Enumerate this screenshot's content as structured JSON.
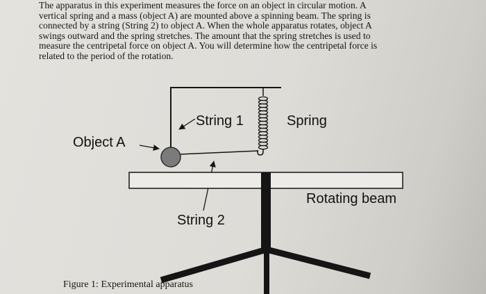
{
  "paragraph": {
    "lines": [
      "The apparatus in this experiment measures the force on an object in circular motion. A",
      "vertical spring and a mass (object A) are mounted above a spinning beam. The spring is",
      "connected by a string (String 2) to object A. When the whole apparatus rotates, object A",
      "swings outward and the spring stretches. The amount that the spring stretches is used to",
      "measure the centripetal force on object A. You will determine how the centripetal force is",
      "related to the period of the rotation."
    ]
  },
  "diagram": {
    "labels": {
      "string1": "String 1",
      "spring": "Spring",
      "object_a": "Object A",
      "rotating_beam": "Rotating beam",
      "string2": "String 2"
    },
    "colors": {
      "ink": "#151515",
      "mass": "#7b7b7b",
      "beam_fill": "#ecebe7"
    }
  },
  "caption": "Figure 1: Experimental apparatus"
}
